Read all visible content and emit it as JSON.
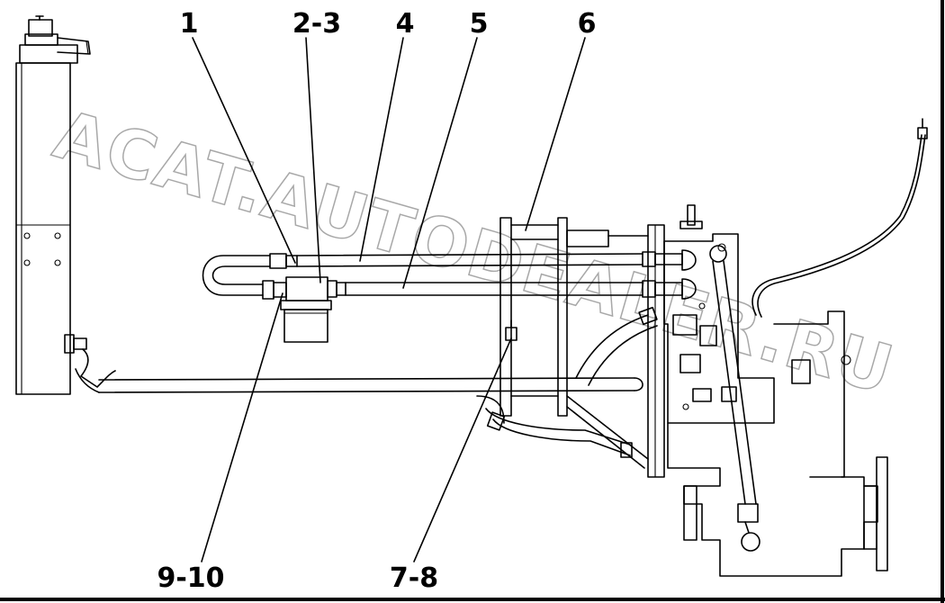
{
  "watermark": "ACAT.AUTODEALER.RU",
  "callouts": [
    {
      "label": "1"
    },
    {
      "label": "2-3"
    },
    {
      "label": "4"
    },
    {
      "label": "5"
    },
    {
      "label": "6"
    },
    {
      "label": "9-10"
    },
    {
      "label": "7-8"
    }
  ]
}
